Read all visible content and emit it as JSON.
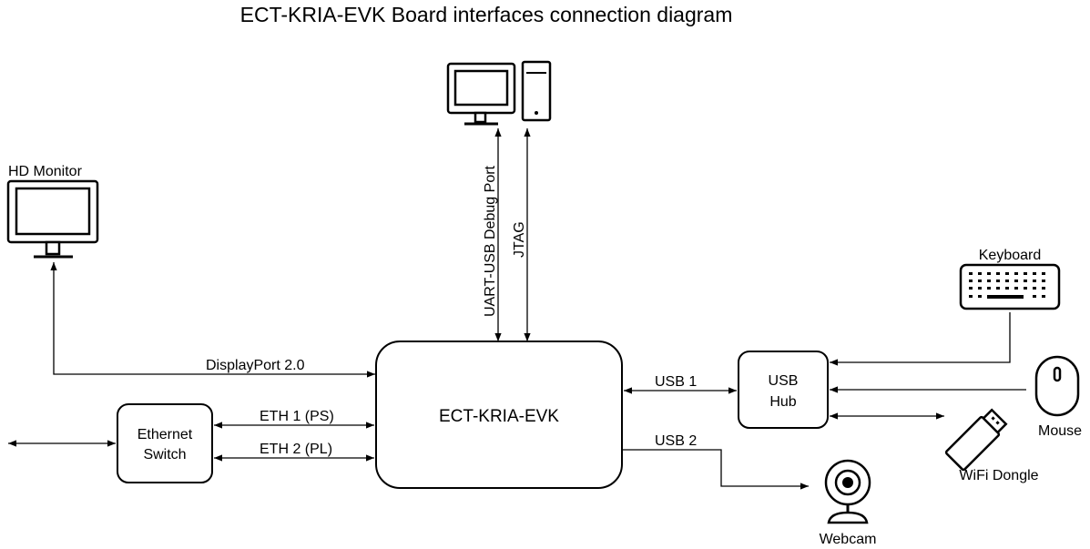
{
  "title": "ECT-KRIA-EVK Board interfaces connection diagram",
  "nodes": {
    "board": "ECT-KRIA-EVK",
    "ethernet_switch": [
      "Ethernet",
      "Switch"
    ],
    "usb_hub": [
      "USB",
      "Hub"
    ],
    "hd_monitor": "HD Monitor",
    "keyboard": "Keyboard",
    "mouse": "Mouse",
    "wifi_dongle": "WiFi Dongle",
    "webcam": "Webcam"
  },
  "connections": {
    "uart": "UART-USB Debug Port",
    "jtag": "JTAG",
    "displayport": "DisplayPort 2.0",
    "eth1": "ETH 1 (PS)",
    "eth2": "ETH 2 (PL)",
    "usb1": "USB 1",
    "usb2": "USB 2"
  },
  "icons": [
    "pc-monitor-icon",
    "pc-tower-icon",
    "hd-monitor-icon",
    "keyboard-icon",
    "mouse-icon",
    "usb-dongle-icon",
    "webcam-icon"
  ]
}
